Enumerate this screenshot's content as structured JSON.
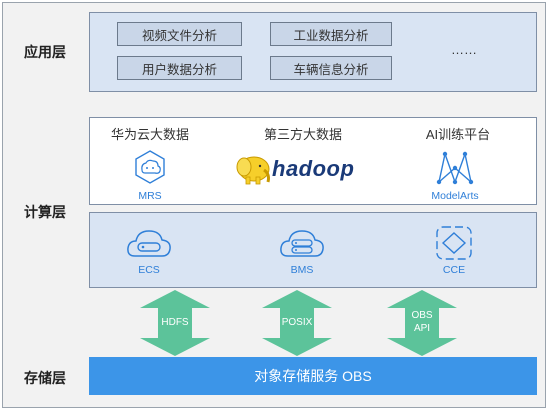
{
  "layers": {
    "app": "应用层",
    "compute": "计算层",
    "storage": "存储层"
  },
  "apps": {
    "item1": "视频文件分析",
    "item2": "工业数据分析",
    "item3": "用户数据分析",
    "item4": "车辆信息分析",
    "more": "……"
  },
  "compute_top": {
    "col1_title": "华为云大数据",
    "col1_label": "MRS",
    "col2_title": "第三方大数据",
    "col2_logo": "hadoop",
    "col3_title": "AI训练平台",
    "col3_label": "ModelArts"
  },
  "compute_bottom": {
    "ecs": "ECS",
    "bms": "BMS",
    "cce": "CCE"
  },
  "interfaces": {
    "hdfs": "HDFS",
    "posix": "POSIX",
    "obs_line1": "OBS",
    "obs_line2": "API"
  },
  "storage": {
    "label": "对象存储服务 OBS"
  },
  "colors": {
    "accent_blue": "#3c95e8",
    "arrow_green": "#5cc39a",
    "layer_fill": "#d9e4f3"
  }
}
